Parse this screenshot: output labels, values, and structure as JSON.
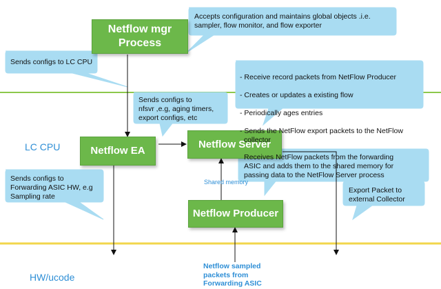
{
  "colors": {
    "box_fill": "#6cb84a",
    "callout_fill": "#a9dcf2",
    "zone_label": "#2f8fd6",
    "lc_cpu_line": "#8cc84b",
    "hw_line": "#f2d64b"
  },
  "zones": {
    "lc_cpu": "LC CPU",
    "hw_ucode": "HW/ucode"
  },
  "boxes": {
    "mgr": "Netflow mgr\nProcess",
    "ea": "Netflow EA",
    "server": "Netflow Server",
    "producer": "Netflow Producer"
  },
  "callouts": {
    "mgr": "Accepts configuration and maintains global objects .i.e.\nsampler, flow monitor, and flow exporter",
    "lc_cpu": "Sends configs to LC CPU",
    "server_bullets": [
      "- Receive record packets from NetFlow Producer",
      "- Creates or updates a existing flow",
      "- Periodically ages entries",
      "- Sends the NetFlow export packets to the NetFlow\n  collector"
    ],
    "nfsvr": "Sends configs to\nnfsvr ,e.g, aging timers,\nexport configs, etc",
    "asic": "Sends configs to\nForwarding ASIC HW, e.g\nSampling rate",
    "producer": "Receives NetFlow packets from the forwarding\nASIC and adds them to the shared memory for\npassing data to the NetFlow Server process",
    "export": "Export Packet to\nexternal Collector"
  },
  "labels": {
    "shared_memory": "Shared memory",
    "sampled": "Netflow sampled\npackets from\nForwarding ASIC"
  }
}
